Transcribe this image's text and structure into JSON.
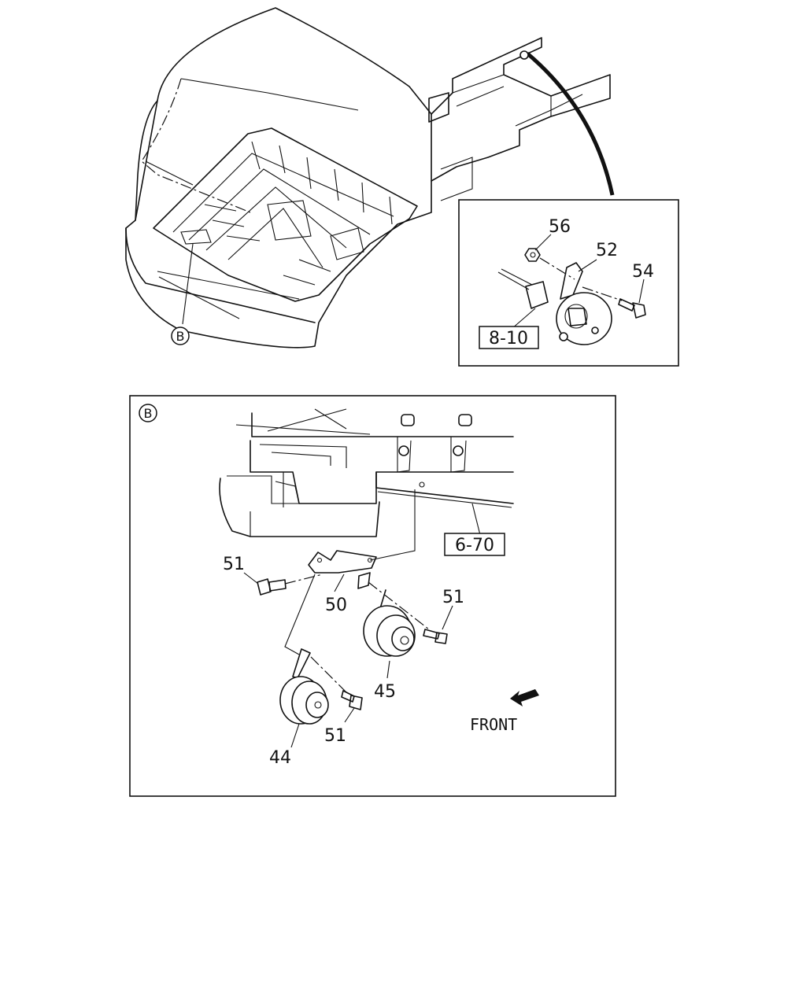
{
  "callouts": {
    "p56": "56",
    "p52": "52",
    "p54": "54",
    "ref_8_10": "8-10",
    "view_b_top": "B",
    "view_b_inset": "B",
    "ref_6_70": "6-70",
    "p51_left": "51",
    "p50": "50",
    "p51_right": "51",
    "p45": "45",
    "p51_bottom": "51",
    "p44": "44"
  },
  "direction_label": "FRONT"
}
